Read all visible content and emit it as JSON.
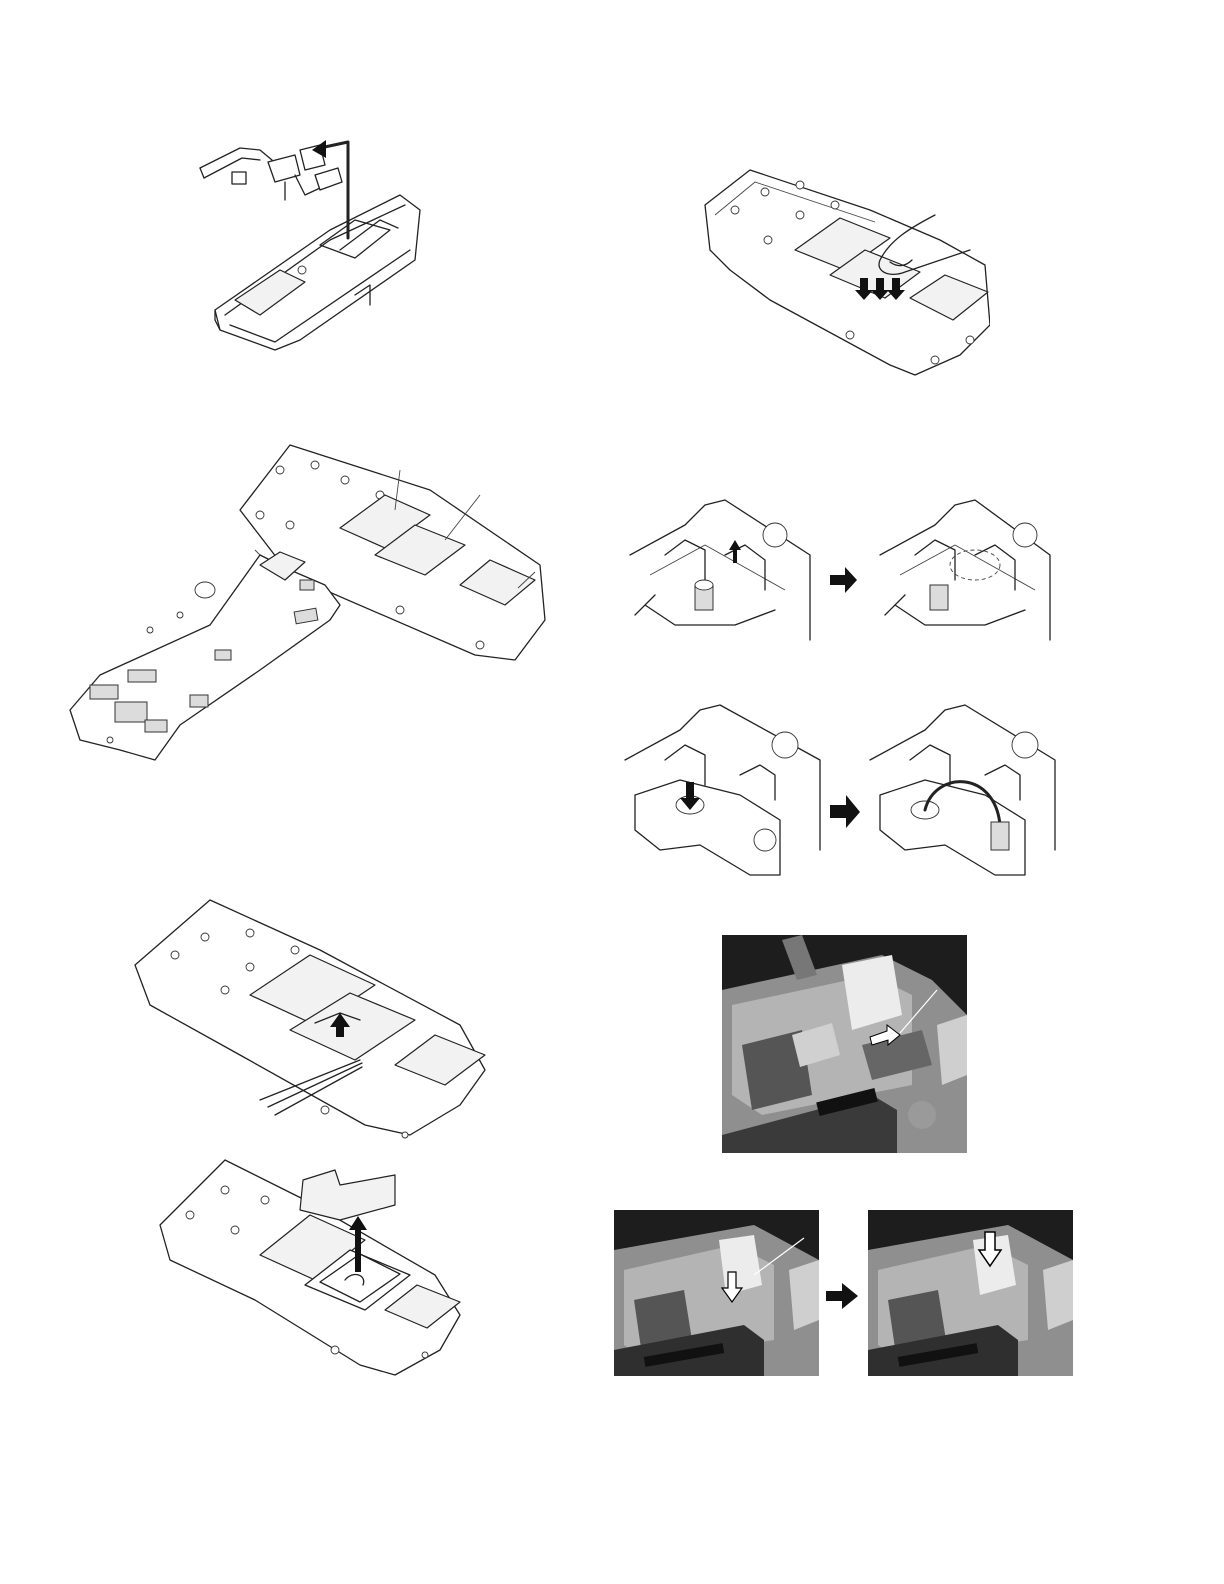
{
  "page": {
    "background": "#ffffff",
    "line_color": "#222222",
    "photo_tone": "#3a3a3a"
  },
  "figures": [
    {
      "id": "fig-chassis-flex-removal",
      "icon": "up-arrow-icon"
    },
    {
      "id": "fig-board-press-shield",
      "icon": "down-arrow-icon"
    },
    {
      "id": "fig-two-boards",
      "icon": "leader-line"
    },
    {
      "id": "fig-connector-lift",
      "icon": "right-arrow-icon"
    },
    {
      "id": "fig-connector-insert",
      "icon": "right-arrow-icon"
    },
    {
      "id": "fig-shield-lift-tweezers",
      "icon": "up-arrow-icon"
    },
    {
      "id": "fig-shield-cover-removed",
      "icon": "up-arrow-icon"
    },
    {
      "id": "fig-photo-connector",
      "icon": "right-arrow-icon"
    },
    {
      "id": "fig-photo-press-left",
      "icon": "down-arrow-icon"
    },
    {
      "id": "fig-photo-press-right",
      "icon": "down-arrow-icon"
    }
  ]
}
